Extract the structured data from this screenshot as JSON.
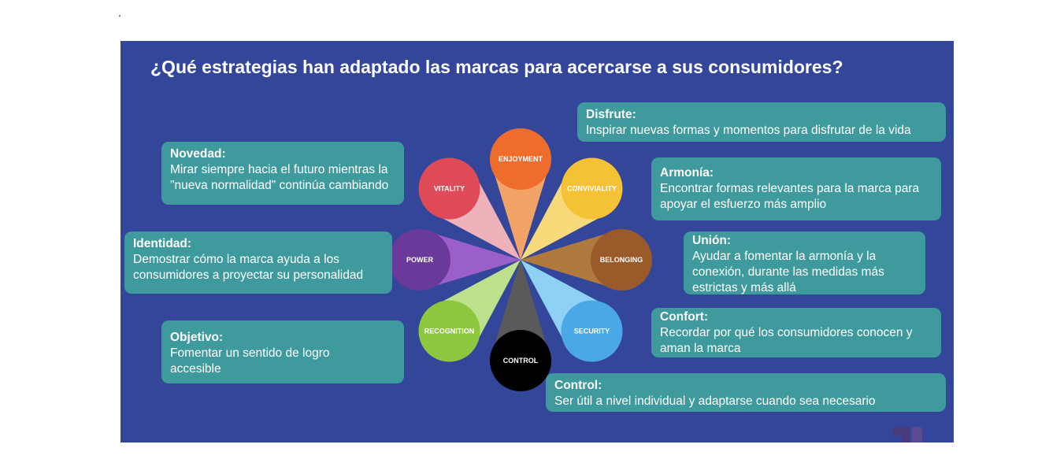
{
  "page": {
    "dot": "."
  },
  "slide": {
    "title": "¿Qué estrategias han adaptado las marcas para acercarse a sus consumidores?"
  },
  "cards": {
    "novedad": {
      "heading": "Novedad:",
      "text": "Mirar siempre hacia el futuro mientras la \"nueva normalidad\" continúa cambiando"
    },
    "identidad": {
      "heading": "Identidad:",
      "text": "Demostrar cómo la marca ayuda  a los consumidores a proyectar su personalidad"
    },
    "objetivo": {
      "heading": "Objetivo:",
      "text": "Fomentar un sentido de logro accesible"
    },
    "disfrute": {
      "heading": "Disfrute:",
      "text": "Inspirar nuevas formas y momentos para disfrutar de la vida"
    },
    "armonia": {
      "heading": "Armonía:",
      "text": "Encontrar formas relevantes para la marca para apoyar el esfuerzo más amplio"
    },
    "union": {
      "heading": "Unión:",
      "text": "Ayudar  a fomentar la armonía y la conexión, durante las medidas más estrictas y más allá"
    },
    "confort": {
      "heading": "Confort:",
      "text": "Recordar por qué los consumidores conocen y aman la marca"
    },
    "control": {
      "heading": "Control:",
      "text": "Ser útil a nivel individual y adaptarse cuando sea necesario"
    }
  },
  "petals": [
    {
      "label": "ENJOYMENT",
      "circle_color": "#ef6d2c",
      "ray_color": "#f3a268"
    },
    {
      "label": "CONVIVIALITY",
      "circle_color": "#f5c137",
      "ray_color": "#f8da7a"
    },
    {
      "label": "BELONGING",
      "circle_color": "#9b5a2a",
      "ray_color": "#b07a3e"
    },
    {
      "label": "SECURITY",
      "circle_color": "#4aa8e8",
      "ray_color": "#8fd0f5"
    },
    {
      "label": "CONTROL",
      "circle_color": "#000000",
      "ray_color": "#5a5a5a"
    },
    {
      "label": "RECOGNITION",
      "circle_color": "#8dc63f",
      "ray_color": "#bde08c"
    },
    {
      "label": "POWER",
      "circle_color": "#6a3a9a",
      "ray_color": "#9a5fc8"
    },
    {
      "label": "VITALITY",
      "circle_color": "#de4a58",
      "ray_color": "#f0b2ba"
    }
  ],
  "colors": {
    "background": "#33469a",
    "card": "#3e9a9c"
  }
}
